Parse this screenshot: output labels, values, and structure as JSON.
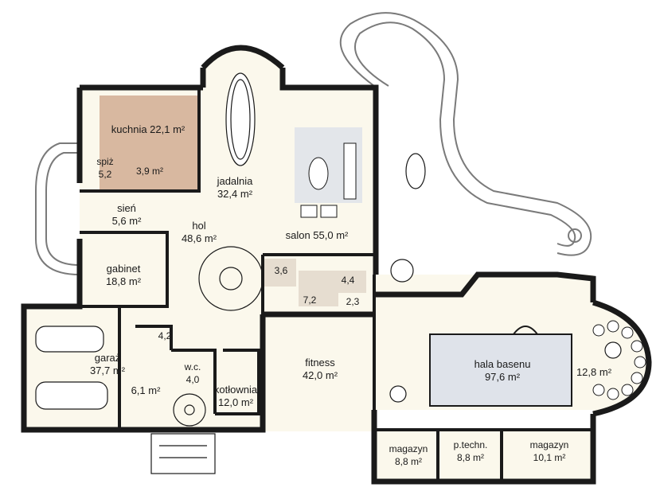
{
  "colors": {
    "wall": "#1a1a1a",
    "floor": "#fbf8ec",
    "kitchen_floor": "#d8b8a0",
    "pool_water": "#dfe3ea",
    "hatch": "#e6ddd0",
    "terrace_line": "#7a7a7a"
  },
  "rooms": {
    "kitchen": "kuchnia 22,1 m²",
    "pantry_name": "spiż",
    "pantry_area": "5,2",
    "kitchen_small": "3,9 m²",
    "dining_name": "jadalnia",
    "dining_area": "32,4 m²",
    "vestibule_name": "sień",
    "vestibule_area": "5,6 m²",
    "hall_name": "hol",
    "hall_area": "48,6 m²",
    "salon": "salon 55,0 m²",
    "study_name": "gabinet",
    "study_area": "18,8 m²",
    "r36": "3,6",
    "r44": "4,4",
    "r72": "7,2",
    "r23": "2,3",
    "r42": "4,2",
    "garage_name": "garaż",
    "garage_area": "37,7 m²",
    "r61": "6,1 m²",
    "wc_name": "w.c.",
    "wc_area": "4,0",
    "boiler_name": "kotłownia",
    "boiler_area": "12,0 m²",
    "fitness_name": "fitness",
    "fitness_area": "42,0 m²",
    "pool_name": "hala basenu",
    "pool_area": "97,6 m²",
    "r128": "12,8 m²",
    "store1_name": "magazyn",
    "store1_area": "8,8 m²",
    "tech_name": "p.techn.",
    "tech_area": "8,8 m²",
    "store2_name": "magazyn",
    "store2_area": "10,1 m²"
  }
}
